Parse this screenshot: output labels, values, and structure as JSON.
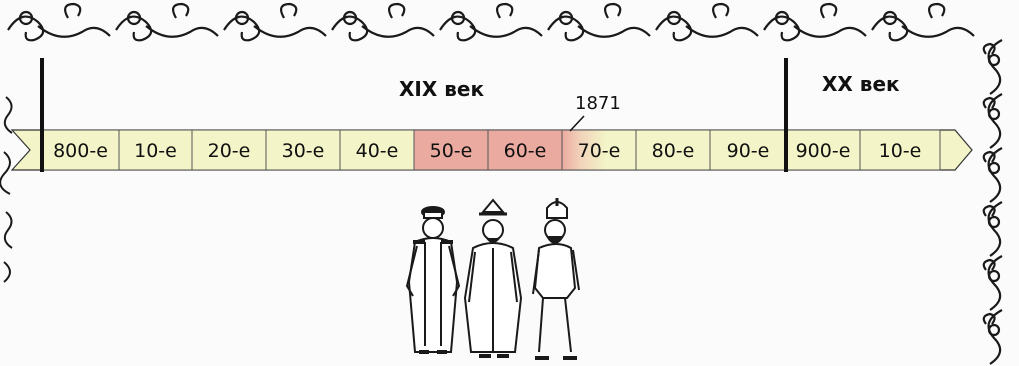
{
  "centuries": [
    {
      "label": "XIX век"
    },
    {
      "label": "XX век"
    }
  ],
  "marker": {
    "year": "1871"
  },
  "segments": [
    {
      "label": "800-е",
      "highlight": false
    },
    {
      "label": "10-е",
      "highlight": false
    },
    {
      "label": "20-е",
      "highlight": false
    },
    {
      "label": "30-е",
      "highlight": false
    },
    {
      "label": "40-е",
      "highlight": false
    },
    {
      "label": "50-е",
      "highlight": true
    },
    {
      "label": "60-е",
      "highlight": true
    },
    {
      "label": "70-е",
      "highlight": "partial"
    },
    {
      "label": "80-е",
      "highlight": false
    },
    {
      "label": "90-е",
      "highlight": false
    },
    {
      "label": "900-е",
      "highlight": false
    },
    {
      "label": "10-е",
      "highlight": false
    }
  ],
  "colors": {
    "segment_fill": "#f3f5c8",
    "highlight_fill": "#ebaaa0",
    "ornament": "#1a1a1a",
    "line": "#111111"
  },
  "icons": {
    "top_border": "floral-ornament-border",
    "side_border": "floral-ornament-border",
    "figures": "three-officers-illustration"
  }
}
